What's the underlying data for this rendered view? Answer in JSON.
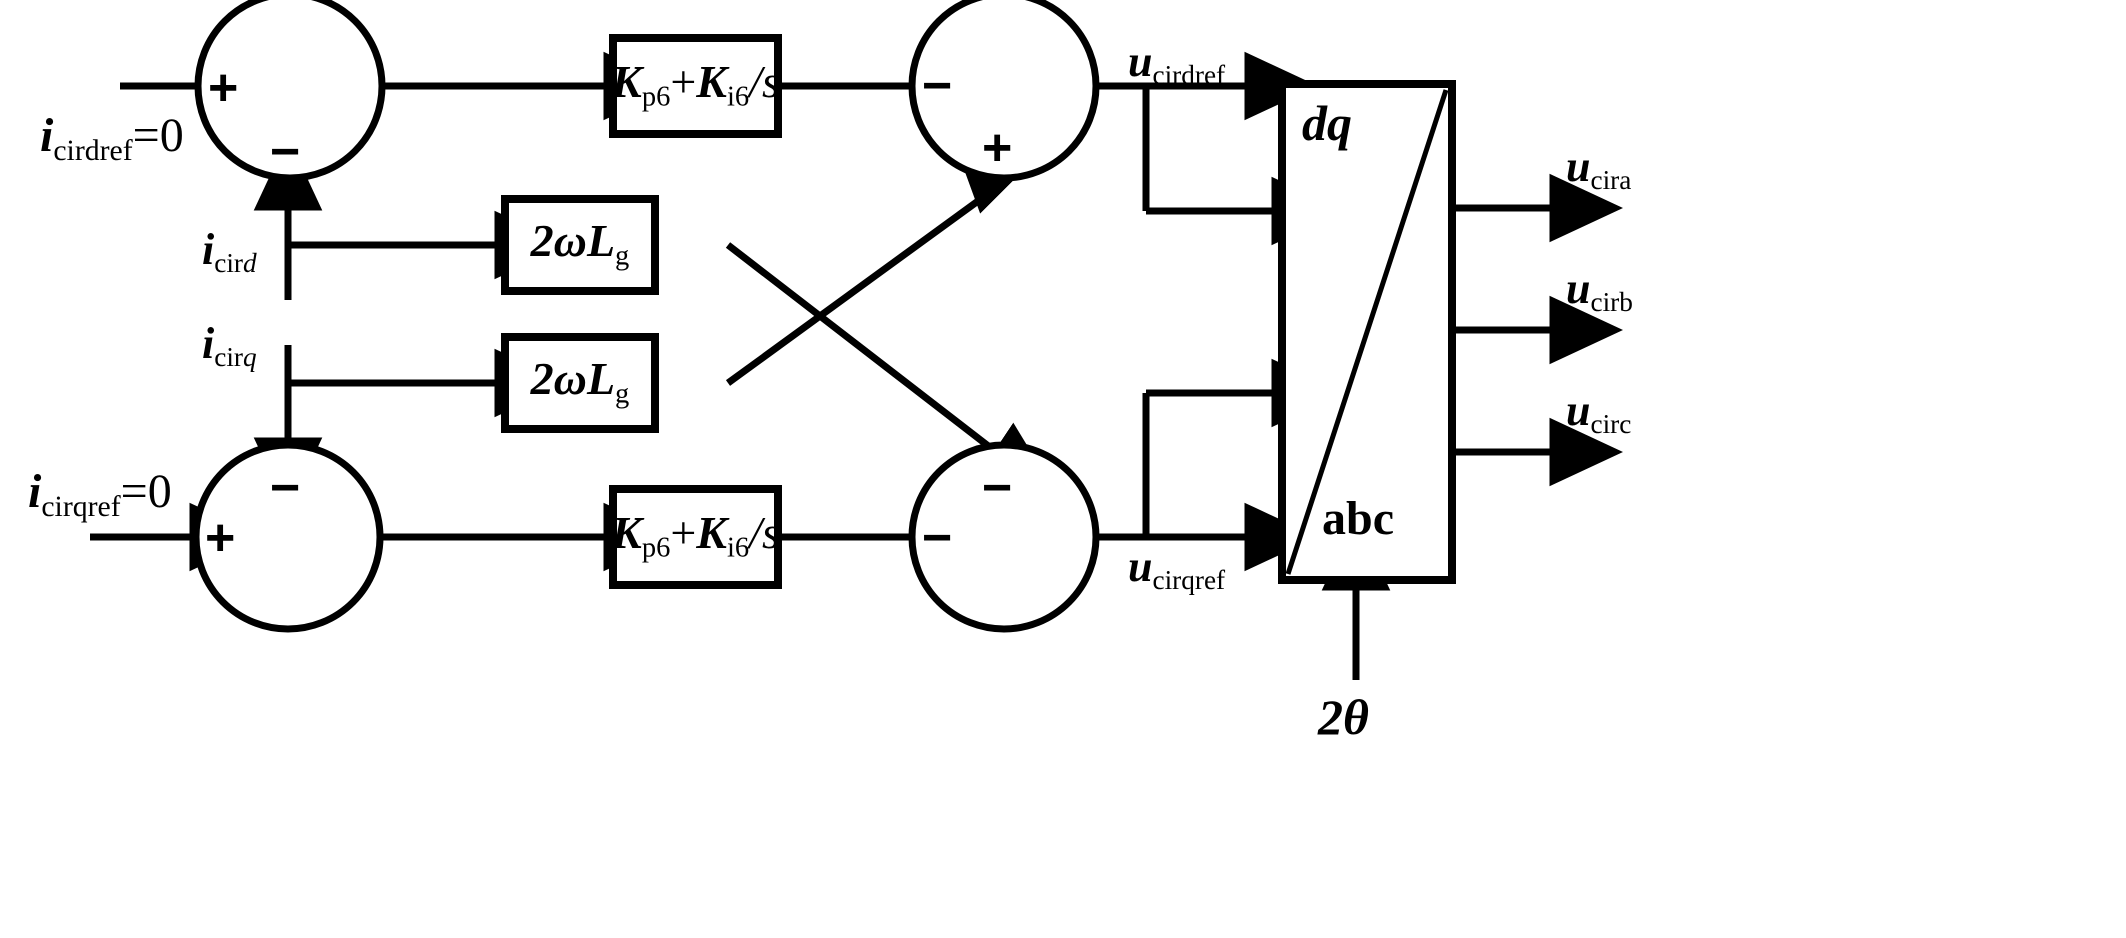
{
  "diagram": {
    "title": "Circulating current suppression control block diagram",
    "stroke_color": "#000000",
    "background_color": "#ffffff",
    "inputs": [
      {
        "id": "icirdref",
        "label_main": "i",
        "label_sub": "cirdref",
        "label_tail": "=0"
      },
      {
        "id": "icirqref",
        "label_main": "i",
        "label_sub": "cirqref",
        "label_tail": "=0"
      }
    ],
    "feedbacks": [
      {
        "id": "icird",
        "label_main": "i",
        "label_sub": "cir",
        "label_sub_italic": "d"
      },
      {
        "id": "icirq",
        "label_main": "i",
        "label_sub": "cir",
        "label_sub_italic": "q"
      }
    ],
    "pi_blocks": [
      {
        "id": "pi-d",
        "kp": "K",
        "kp_sub": "p6",
        "plus": "+",
        "ki": "K",
        "ki_sub": "i6",
        "div": "/",
        "s": "s"
      },
      {
        "id": "pi-q",
        "kp": "K",
        "kp_sub": "p6",
        "plus": "+",
        "ki": "K",
        "ki_sub": "i6",
        "div": "/",
        "s": "s"
      }
    ],
    "decoupling_blocks": [
      {
        "id": "decouple-d",
        "coef": "2",
        "omega": "ω",
        "L": "L",
        "L_sub": "g"
      },
      {
        "id": "decouple-q",
        "coef": "2",
        "omega": "ω",
        "L": "L",
        "L_sub": "g"
      }
    ],
    "summing_junctions": [
      {
        "id": "sum-d-error",
        "signs": [
          {
            "sym": "+",
            "pos": "left"
          },
          {
            "sym": "−",
            "pos": "bottom"
          }
        ]
      },
      {
        "id": "sum-d-output",
        "signs": [
          {
            "sym": "−",
            "pos": "left"
          },
          {
            "sym": "+",
            "pos": "bottom"
          }
        ]
      },
      {
        "id": "sum-q-error",
        "signs": [
          {
            "sym": "+",
            "pos": "left"
          },
          {
            "sym": "−",
            "pos": "top"
          }
        ]
      },
      {
        "id": "sum-q-output",
        "signs": [
          {
            "sym": "−",
            "pos": "top"
          },
          {
            "sym": "−",
            "pos": "left"
          }
        ]
      }
    ],
    "intermediate_signals": [
      {
        "id": "ucirdref",
        "label_main": "u",
        "label_sub": "cirdref"
      },
      {
        "id": "ucirqref",
        "label_main": "u",
        "label_sub": "cirqref"
      }
    ],
    "transform_block": {
      "id": "dq-abc",
      "top_label": "dq",
      "bottom_label": "abc",
      "angle_input": {
        "coef": "2",
        "theta": "θ"
      }
    },
    "outputs": [
      {
        "id": "ucira",
        "label_main": "u",
        "label_sub": "cira"
      },
      {
        "id": "ucirb",
        "label_main": "u",
        "label_sub": "cirb"
      },
      {
        "id": "ucirc",
        "label_main": "u",
        "label_sub": "circ"
      }
    ]
  }
}
